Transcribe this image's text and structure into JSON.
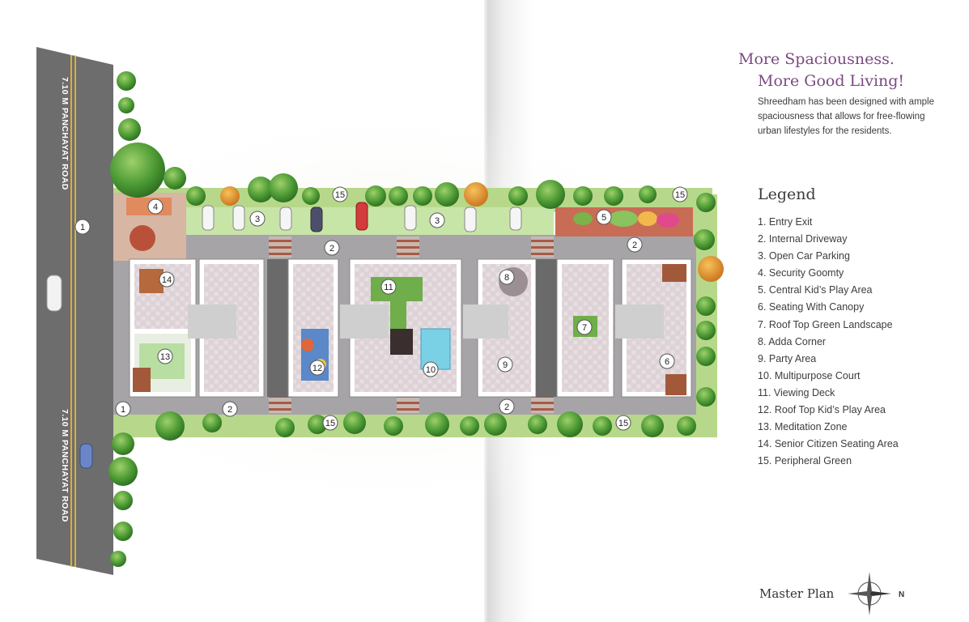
{
  "headline": {
    "line1": "More Spaciousness.",
    "line2": "More Good Living!"
  },
  "intro": "Shreedham has been designed with ample spaciousness that allows for free-flowing urban lifestyles for the residents.",
  "legend": {
    "title": "Legend",
    "items": [
      "1. Entry Exit",
      "2. Internal Driveway",
      "3. Open Car Parking",
      "4. Security Goomty",
      "5. Central Kid’s Play Area",
      "6. Seating With Canopy",
      "7. Roof Top Green Landscape",
      "8. Adda Corner",
      "9. Party Area",
      "10. Multipurpose Court",
      "11. Viewing Deck",
      "12. Roof Top Kid’s Play Area",
      "13. Meditation Zone",
      "14. Senior Citizen Seating Area",
      "15. Peripheral Green"
    ]
  },
  "road_label": "7.10 M PANCHAYAT ROAD",
  "master_plan_title": "Master Plan",
  "compass_north": "N",
  "markers": [
    {
      "n": "1"
    },
    {
      "n": "1"
    },
    {
      "n": "2"
    },
    {
      "n": "2"
    },
    {
      "n": "2"
    },
    {
      "n": "2"
    },
    {
      "n": "3"
    },
    {
      "n": "3"
    },
    {
      "n": "4"
    },
    {
      "n": "5"
    },
    {
      "n": "6"
    },
    {
      "n": "7"
    },
    {
      "n": "8"
    },
    {
      "n": "9"
    },
    {
      "n": "10"
    },
    {
      "n": "11"
    },
    {
      "n": "12"
    },
    {
      "n": "13"
    },
    {
      "n": "14"
    },
    {
      "n": "15"
    },
    {
      "n": "15"
    },
    {
      "n": "15"
    },
    {
      "n": "15"
    }
  ],
  "colors": {
    "headline": "#7b4a82",
    "road": "#6d6d6d",
    "road_line": "#f2c230",
    "lawn": "#b7d88a",
    "tree": "#3e8a2c",
    "paving": "#d8cdd1",
    "block_roof": "#e9e2e6",
    "driveway": "#a7a4a8"
  }
}
